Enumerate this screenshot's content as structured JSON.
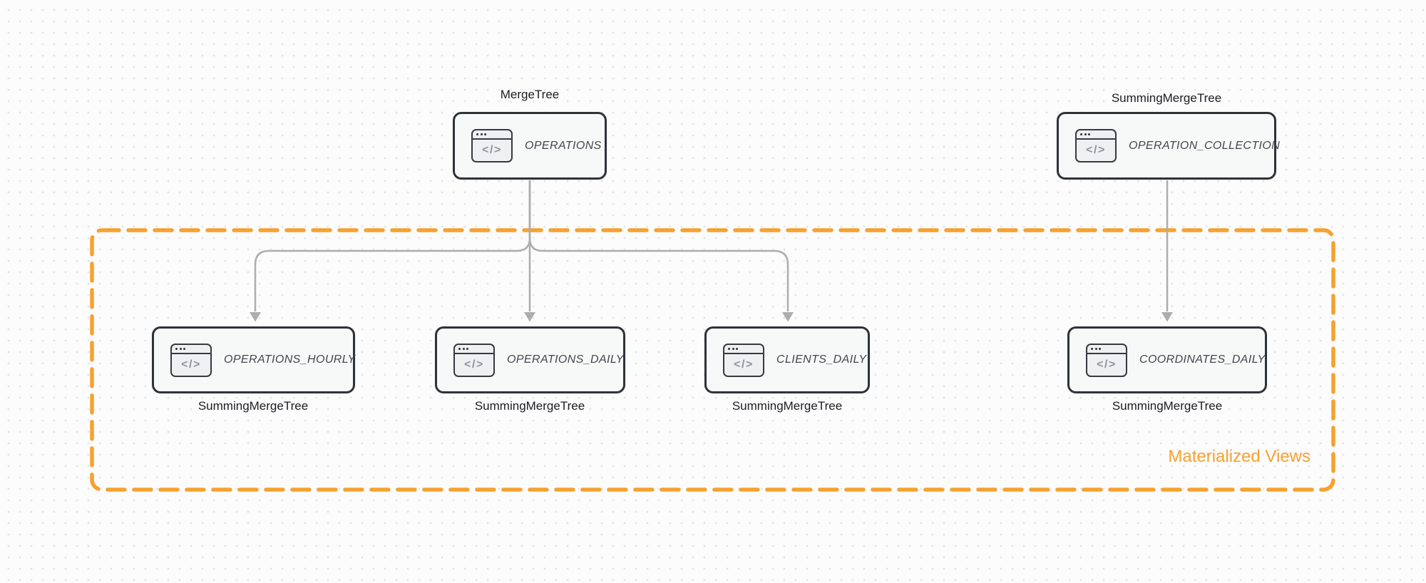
{
  "diagram": {
    "icon_glyph": "</>",
    "nodes": {
      "operations": {
        "title": "OPERATIONS",
        "engine": "MergeTree"
      },
      "operation_collection": {
        "title": "OPERATION_COLLECTION",
        "engine": "SummingMergeTree"
      },
      "operations_hourly": {
        "title": "OPERATIONS_HOURLY",
        "engine": "SummingMergeTree"
      },
      "operations_daily": {
        "title": "OPERATIONS_DAILY",
        "engine": "SummingMergeTree"
      },
      "clients_daily": {
        "title": "CLIENTS_DAILY",
        "engine": "SummingMergeTree"
      },
      "coordinates_daily": {
        "title": "COORDINATES_DAILY",
        "engine": "SummingMergeTree"
      }
    },
    "group": {
      "label": "Materialized Views"
    },
    "colors": {
      "accent_orange": "#F7A12F",
      "edge_gray": "#ADADAD",
      "node_border": "#2E3338",
      "node_fill": "#F7F8F8",
      "icon_fill": "#EEF0F1",
      "background": "#FCFCFD"
    }
  }
}
